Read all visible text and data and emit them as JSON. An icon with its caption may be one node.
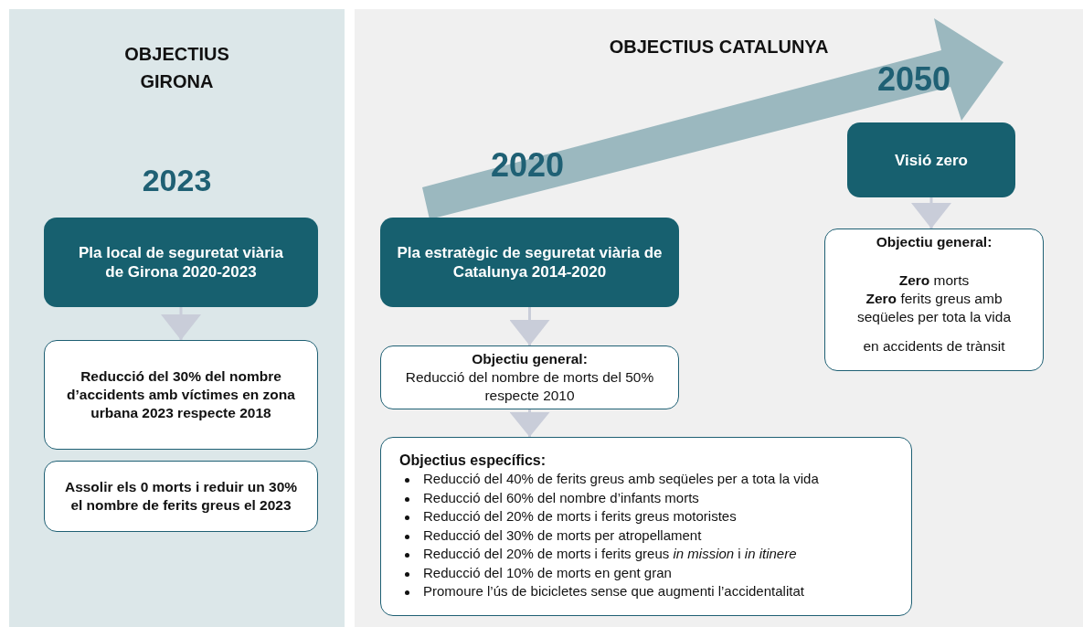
{
  "diagram": {
    "nodes": [
      {
        "text": [
          "OBJECTIUS GIRONA",
          "2023"
        ]
      },
      {
        "text": [
          "Pla local de seguretat viària de Girona 2020-2023"
        ],
        "in": 0
      },
      {
        "text": [
          "Reducció del 30% del nombre d’accidents amb víctimes en zona urbana 2023 respecte 2018"
        ],
        "in": 0
      },
      {
        "text": [
          "Assolir els 0 morts i reduir un 30% el nombre de ferits greus el 2023"
        ],
        "in": 0
      },
      {
        "text": [
          "OBJECTIUS CATALUNYA"
        ]
      },
      {
        "text": [
          "Pla estratègic de seguretat viària de Catalunya 2014-2020"
        ],
        "in": 4
      },
      {
        "text": [
          "Objectiu general:",
          "Reducció del nombre de morts del 50% respecte 2010"
        ],
        "in": 4
      },
      {
        "text": [
          "Objectius específics:",
          "Reducció del 40% de ferits greus amb seqüeles per a tota la vida",
          "Reducció del 60% del nombre d’infants morts",
          "Reducció del 20% de morts i ferits greus motoristes",
          "Reducció del 30% de morts per atropellament",
          "Reducció del 20% de morts i ferits greus *in mission* i *in itinere*",
          "Reducció del 10% de morts en gent gran",
          "Promoure l’ús de bicicletes sense que augmenti l’accidentalitat"
        ],
        "in": 4
      },
      {
        "text": [
          "Visió zero"
        ],
        "in": 4
      },
      {
        "text": [
          "Objectiu general:",
          "**Zero** morts",
          "**Zero** ferits greus amb seqüeles per tota la vida",
          "en accidents de trànsit"
        ],
        "in": 4
      }
    ],
    "edges": [
      {
        "from": 1,
        "to": 2,
        "arrow": "to"
      },
      {
        "from": 5,
        "to": 6,
        "arrow": "to"
      },
      {
        "from": 6,
        "to": 7,
        "arrow": "to"
      },
      {
        "from": 8,
        "to": 9,
        "arrow": "to"
      }
    ],
    "labels": [
      "2020",
      "2050"
    ]
  }
}
